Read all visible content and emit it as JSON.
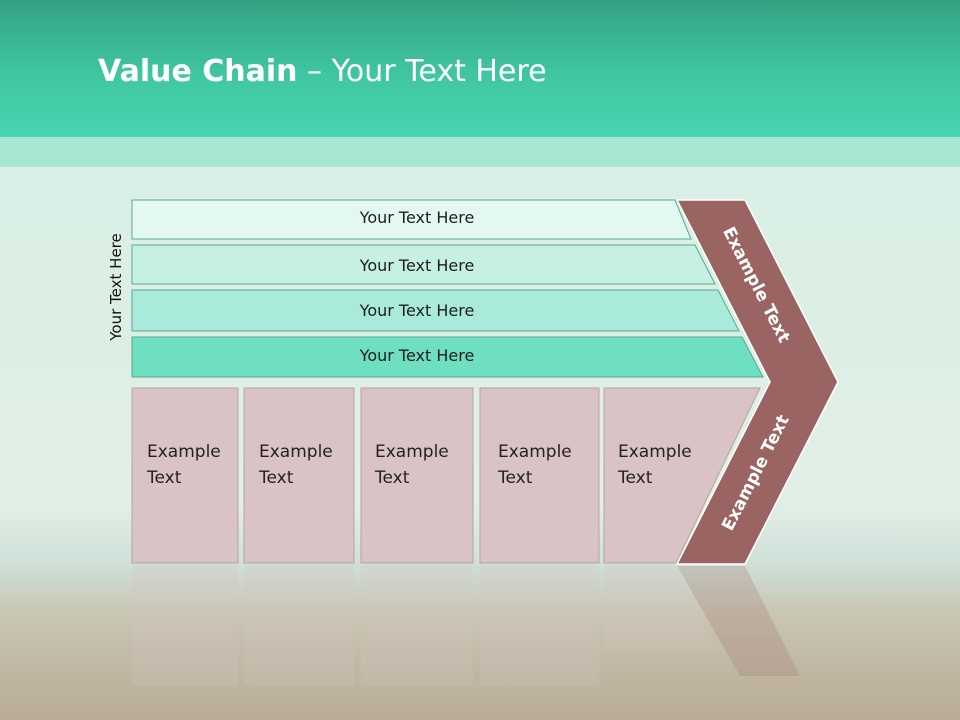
{
  "title": {
    "bold": "Value Chain",
    "rest": " – Your Text Here"
  },
  "side_label": "Your Text Here",
  "bars": [
    {
      "label": "Your Text Here",
      "color": "#e4f8f2"
    },
    {
      "label": "Your Text Here",
      "color": "#c5f0e3"
    },
    {
      "label": "Your Text Here",
      "color": "#a9eada"
    },
    {
      "label": "Your Text Here",
      "color": "#6edfc0"
    }
  ],
  "boxes": [
    {
      "line1": "Example",
      "line2": "Text"
    },
    {
      "line1": "Example",
      "line2": "Text"
    },
    {
      "line1": "Example",
      "line2": "Text"
    },
    {
      "line1": "Example",
      "line2": "Text"
    },
    {
      "line1": "Example",
      "line2": "Text"
    }
  ],
  "chevron": {
    "upper_label": "Example Text",
    "lower_label": "Example Text",
    "color": "#9a6462"
  },
  "colors": {
    "header": "#40c6a2",
    "box_fill": "#d9c3c4",
    "box_border": "#b9a2a3"
  }
}
